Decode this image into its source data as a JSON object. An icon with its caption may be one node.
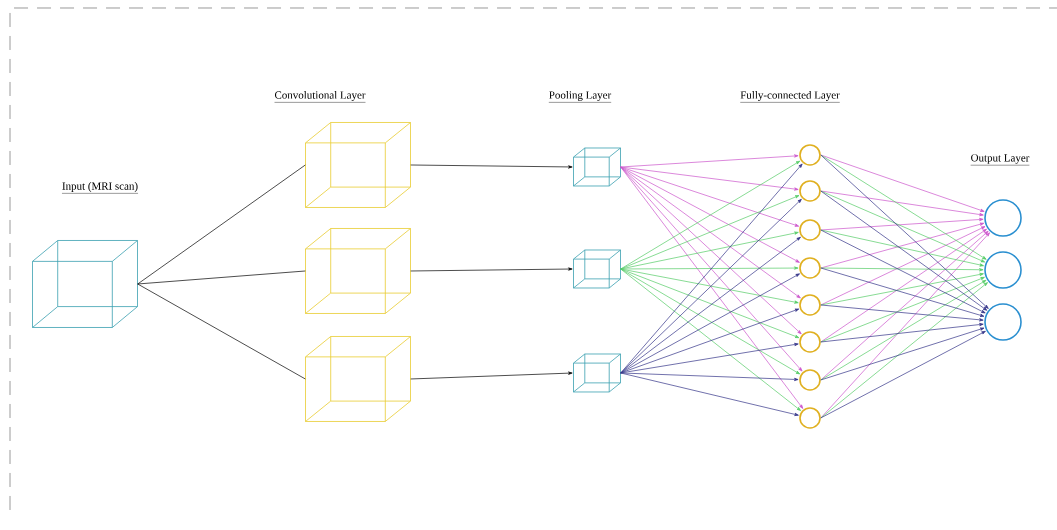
{
  "diagram": {
    "nodes": [
      {
        "text": [],
        "shape": "cube"
      },
      {
        "text": [],
        "shape": "cube"
      },
      {
        "text": [],
        "shape": "cube"
      },
      {
        "text": [],
        "shape": "cube"
      },
      {
        "text": [],
        "shape": "cube"
      },
      {
        "text": [],
        "shape": "cube"
      },
      {
        "text": [],
        "shape": "cube"
      },
      {
        "text": [],
        "shape": "circle"
      },
      {
        "text": [],
        "shape": "circle"
      },
      {
        "text": [],
        "shape": "circle"
      },
      {
        "text": [],
        "shape": "circle"
      },
      {
        "text": [],
        "shape": "circle"
      },
      {
        "text": [],
        "shape": "circle"
      },
      {
        "text": [],
        "shape": "circle"
      },
      {
        "text": [],
        "shape": "circle"
      },
      {
        "text": [],
        "shape": "circle"
      },
      {
        "text": [],
        "shape": "circle"
      },
      {
        "text": [],
        "shape": "circle"
      }
    ],
    "edges": [
      {
        "from": 0,
        "to": 1,
        "arrow": "none",
        "color": "#000000"
      },
      {
        "from": 0,
        "to": 2,
        "arrow": "none",
        "color": "#000000"
      },
      {
        "from": 0,
        "to": 3,
        "arrow": "none",
        "color": "#000000"
      },
      {
        "from": 1,
        "to": 4,
        "arrow": "to",
        "color": "#000000"
      },
      {
        "from": 2,
        "to": 5,
        "arrow": "to",
        "color": "#000000"
      },
      {
        "from": 3,
        "to": 6,
        "arrow": "to",
        "color": "#000000"
      },
      {
        "from": 4,
        "to": 7,
        "arrow": "to",
        "color": "#cc55cc"
      },
      {
        "from": 4,
        "to": 8,
        "arrow": "to",
        "color": "#cc55cc"
      },
      {
        "from": 4,
        "to": 9,
        "arrow": "to",
        "color": "#cc55cc"
      },
      {
        "from": 4,
        "to": 10,
        "arrow": "to",
        "color": "#cc55cc"
      },
      {
        "from": 4,
        "to": 11,
        "arrow": "to",
        "color": "#cc55cc"
      },
      {
        "from": 4,
        "to": 12,
        "arrow": "to",
        "color": "#cc55cc"
      },
      {
        "from": 4,
        "to": 13,
        "arrow": "to",
        "color": "#cc55cc"
      },
      {
        "from": 4,
        "to": 14,
        "arrow": "to",
        "color": "#cc55cc"
      },
      {
        "from": 5,
        "to": 7,
        "arrow": "to",
        "color": "#55cc66"
      },
      {
        "from": 5,
        "to": 8,
        "arrow": "to",
        "color": "#55cc66"
      },
      {
        "from": 5,
        "to": 9,
        "arrow": "to",
        "color": "#55cc66"
      },
      {
        "from": 5,
        "to": 10,
        "arrow": "to",
        "color": "#55cc66"
      },
      {
        "from": 5,
        "to": 11,
        "arrow": "to",
        "color": "#55cc66"
      },
      {
        "from": 5,
        "to": 12,
        "arrow": "to",
        "color": "#55cc66"
      },
      {
        "from": 5,
        "to": 13,
        "arrow": "to",
        "color": "#55cc66"
      },
      {
        "from": 5,
        "to": 14,
        "arrow": "to",
        "color": "#55cc66"
      },
      {
        "from": 6,
        "to": 7,
        "arrow": "to",
        "color": "#333388"
      },
      {
        "from": 6,
        "to": 8,
        "arrow": "to",
        "color": "#333388"
      },
      {
        "from": 6,
        "to": 9,
        "arrow": "to",
        "color": "#333388"
      },
      {
        "from": 6,
        "to": 10,
        "arrow": "to",
        "color": "#333388"
      },
      {
        "from": 6,
        "to": 11,
        "arrow": "to",
        "color": "#333388"
      },
      {
        "from": 6,
        "to": 12,
        "arrow": "to",
        "color": "#333388"
      },
      {
        "from": 6,
        "to": 13,
        "arrow": "to",
        "color": "#333388"
      },
      {
        "from": 6,
        "to": 14,
        "arrow": "to",
        "color": "#333388"
      },
      {
        "from": 7,
        "to": 15,
        "arrow": "to",
        "color": "#cc55cc"
      },
      {
        "from": 8,
        "to": 15,
        "arrow": "to",
        "color": "#cc55cc"
      },
      {
        "from": 9,
        "to": 15,
        "arrow": "to",
        "color": "#cc55cc"
      },
      {
        "from": 10,
        "to": 15,
        "arrow": "to",
        "color": "#cc55cc"
      },
      {
        "from": 11,
        "to": 15,
        "arrow": "to",
        "color": "#cc55cc"
      },
      {
        "from": 12,
        "to": 15,
        "arrow": "to",
        "color": "#cc55cc"
      },
      {
        "from": 13,
        "to": 15,
        "arrow": "to",
        "color": "#cc55cc"
      },
      {
        "from": 14,
        "to": 15,
        "arrow": "to",
        "color": "#cc55cc"
      },
      {
        "from": 7,
        "to": 16,
        "arrow": "to",
        "color": "#55cc66"
      },
      {
        "from": 8,
        "to": 16,
        "arrow": "to",
        "color": "#55cc66"
      },
      {
        "from": 9,
        "to": 16,
        "arrow": "to",
        "color": "#55cc66"
      },
      {
        "from": 10,
        "to": 16,
        "arrow": "to",
        "color": "#55cc66"
      },
      {
        "from": 11,
        "to": 16,
        "arrow": "to",
        "color": "#55cc66"
      },
      {
        "from": 12,
        "to": 16,
        "arrow": "to",
        "color": "#55cc66"
      },
      {
        "from": 13,
        "to": 16,
        "arrow": "to",
        "color": "#55cc66"
      },
      {
        "from": 14,
        "to": 16,
        "arrow": "to",
        "color": "#55cc66"
      },
      {
        "from": 7,
        "to": 17,
        "arrow": "to",
        "color": "#333388"
      },
      {
        "from": 8,
        "to": 17,
        "arrow": "to",
        "color": "#333388"
      },
      {
        "from": 9,
        "to": 17,
        "arrow": "to",
        "color": "#333388"
      },
      {
        "from": 10,
        "to": 17,
        "arrow": "to",
        "color": "#333388"
      },
      {
        "from": 11,
        "to": 17,
        "arrow": "to",
        "color": "#333388"
      },
      {
        "from": 12,
        "to": 17,
        "arrow": "to",
        "color": "#333388"
      },
      {
        "from": 13,
        "to": 17,
        "arrow": "to",
        "color": "#333388"
      },
      {
        "from": 14,
        "to": 17,
        "arrow": "to",
        "color": "#333388"
      }
    ],
    "labels": [
      "Input (MRI scan)",
      "Convolutional Layer",
      "Pooling Layer",
      "Fully-connected Layer",
      "Output Layer"
    ]
  }
}
